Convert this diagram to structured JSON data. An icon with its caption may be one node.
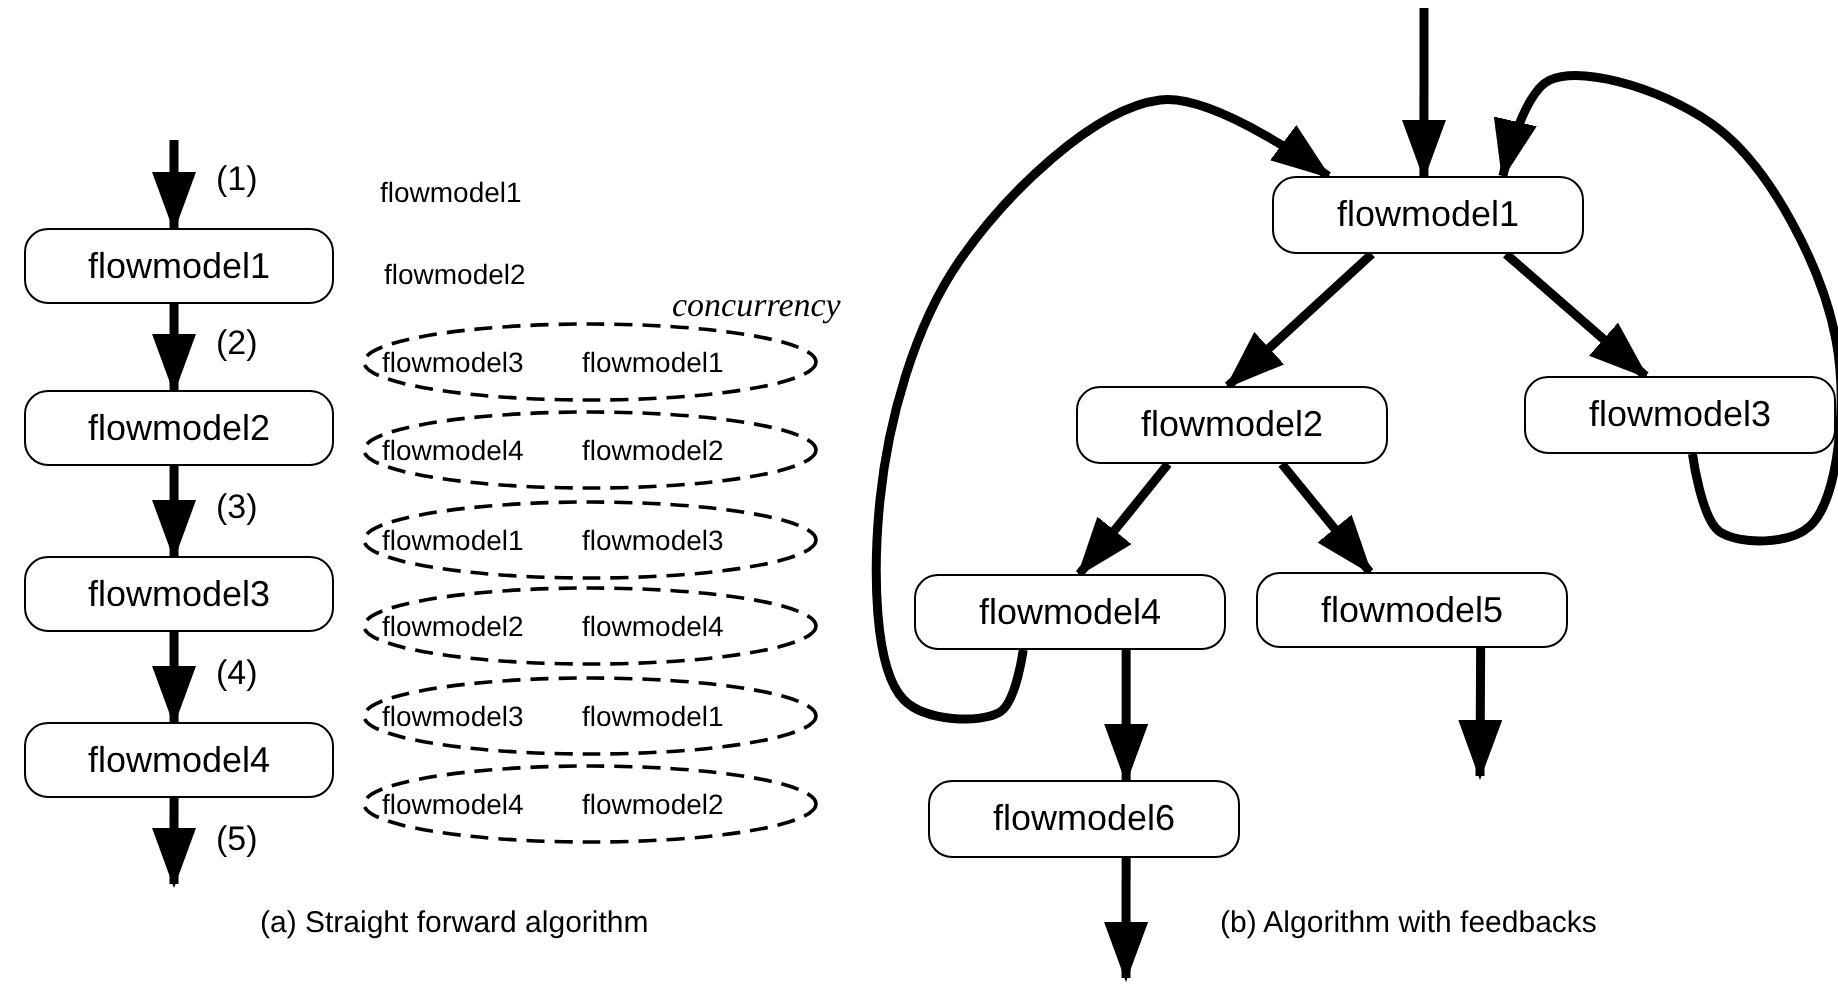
{
  "diagram": {
    "nodes": [
      {
        "text": [
          "flowmodel1"
        ]
      },
      {
        "text": [
          "flowmodel2"
        ]
      },
      {
        "text": [
          "flowmodel3"
        ]
      },
      {
        "text": [
          "flowmodel4"
        ]
      },
      {
        "text": [
          "flowmodel3",
          "flowmodel1"
        ]
      },
      {
        "text": [
          "flowmodel4",
          "flowmodel2"
        ]
      },
      {
        "text": [
          "flowmodel1",
          "flowmodel3"
        ]
      },
      {
        "text": [
          "flowmodel2",
          "flowmodel4"
        ]
      },
      {
        "text": [
          "flowmodel3",
          "flowmodel1"
        ]
      },
      {
        "text": [
          "flowmodel4",
          "flowmodel2"
        ]
      },
      {
        "text": [
          "flowmodel1"
        ]
      },
      {
        "text": [
          "flowmodel2"
        ]
      },
      {
        "text": [
          "flowmodel3"
        ]
      },
      {
        "text": [
          "flowmodel4"
        ]
      },
      {
        "text": [
          "flowmodel5"
        ]
      },
      {
        "text": [
          "flowmodel6"
        ]
      }
    ],
    "edges": [
      {
        "from": null,
        "to": 0,
        "arrow": "to",
        "label": "(1)"
      },
      {
        "from": 0,
        "to": 1,
        "arrow": "to",
        "label": "(2)"
      },
      {
        "from": 1,
        "to": 2,
        "arrow": "to",
        "label": "(3)"
      },
      {
        "from": 2,
        "to": 3,
        "arrow": "to",
        "label": "(4)"
      },
      {
        "from": 3,
        "to": null,
        "arrow": "to",
        "label": "(5)"
      },
      {
        "from": null,
        "to": 10,
        "arrow": "to"
      },
      {
        "from": 10,
        "to": 11,
        "arrow": "to"
      },
      {
        "from": 10,
        "to": 12,
        "arrow": "to"
      },
      {
        "from": 11,
        "to": 13,
        "arrow": "to"
      },
      {
        "from": 11,
        "to": 14,
        "arrow": "to"
      },
      {
        "from": 13,
        "to": 15,
        "arrow": "to"
      },
      {
        "from": 14,
        "to": null,
        "arrow": "to"
      },
      {
        "from": 15,
        "to": null,
        "arrow": "to"
      },
      {
        "from": 13,
        "to": 10,
        "arrow": "to"
      },
      {
        "from": 12,
        "to": 10,
        "arrow": "to"
      }
    ],
    "labels": [
      "flowmodel1",
      "flowmodel2",
      "concurrency",
      "(a) Straight forward algorithm",
      "(b) Algorithm with feedbacks"
    ]
  }
}
